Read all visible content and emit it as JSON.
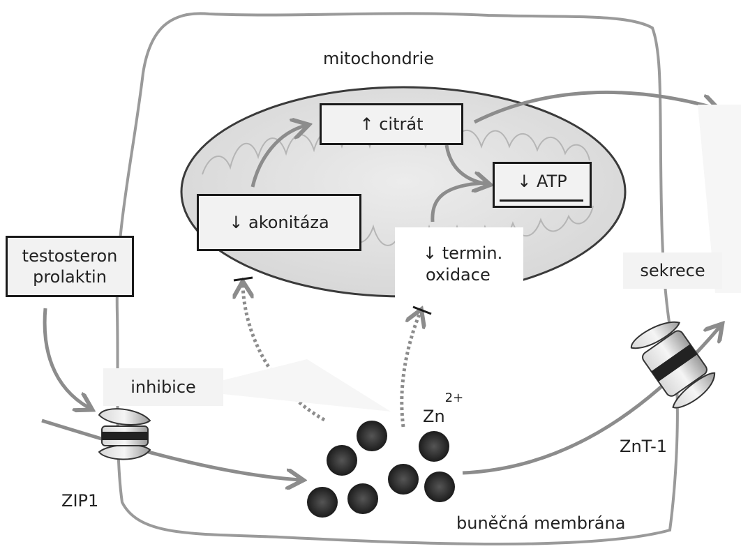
{
  "labels": {
    "mitochondrie": "mitochondrie",
    "citrat": "↑ citrát",
    "atp": "↓ ATP",
    "akonitaza": "↓ akonitáza",
    "termin": "↓ termin.",
    "oxidace": "oxidace",
    "testosteron": "testosteron",
    "prolaktin": "prolaktin",
    "sekrece": "sekrece",
    "inhibice": "inhibice",
    "zn": "Zn",
    "zn_charge": "2+",
    "zip1": "ZIP1",
    "znt1": "ZnT-1",
    "membrana": "buněčná membrána"
  },
  "colors": {
    "outline": "#9a9a9a",
    "arrow": "#8c8c8c",
    "box_border": "#1a1a1a",
    "ion": "#2a2a2a"
  },
  "icons": {
    "transporter": "zip1-transporter-icon",
    "transporter_out": "znt1-transporter-icon",
    "ion": "zinc-ion-icon"
  }
}
